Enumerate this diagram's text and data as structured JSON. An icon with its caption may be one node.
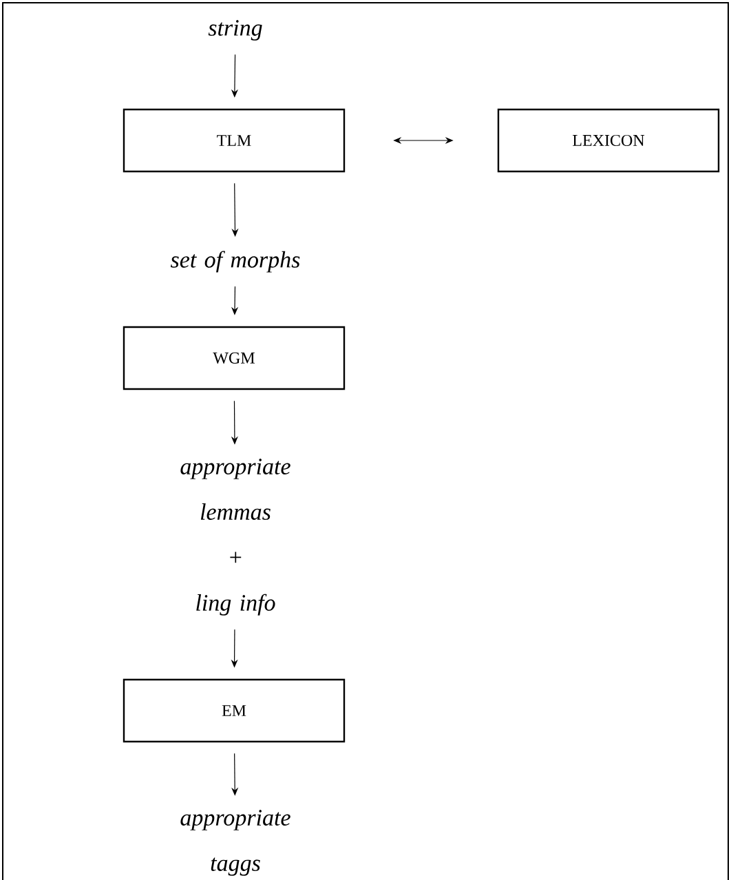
{
  "diagram": {
    "nodes": [
      {
        "text": [
          "string"
        ]
      },
      {
        "text": [
          "TLM"
        ]
      },
      {
        "text": [
          "LEXICON"
        ]
      },
      {
        "text": [
          "set of morphs"
        ]
      },
      {
        "text": [
          "WGM"
        ]
      },
      {
        "text": [
          "appropriate lemmas",
          "+",
          "ling info"
        ]
      },
      {
        "text": [
          "EM"
        ]
      },
      {
        "text": [
          "appropriate taggs"
        ]
      }
    ],
    "edges": [
      {
        "from": 0,
        "to": 1,
        "arrow": "to"
      },
      {
        "from": 1,
        "to": 2,
        "arrow": "both"
      },
      {
        "from": 1,
        "to": 3,
        "arrow": "to"
      },
      {
        "from": 3,
        "to": 4,
        "arrow": "to"
      },
      {
        "from": 4,
        "to": 5,
        "arrow": "to"
      },
      {
        "from": 5,
        "to": 6,
        "arrow": "to"
      },
      {
        "from": 6,
        "to": 7,
        "arrow": "to"
      }
    ]
  }
}
